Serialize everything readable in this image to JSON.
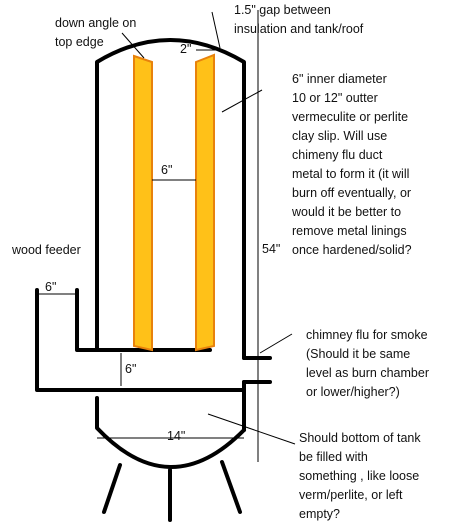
{
  "labels": {
    "down_angle_1": "down angle on",
    "down_angle_2": "top edge",
    "gap_1": "1.5\" gap between",
    "gap_2": "insulation and tank/roof",
    "gap_dim": "2\"",
    "inner_1": "6\" inner diameter",
    "inner_2": "10 or 12\" outter",
    "inner_3": "vermeculite or perlite",
    "inner_4": "clay slip. Will use",
    "inner_5": "chimeny flu duct",
    "inner_6": "metal to form it (it will",
    "inner_7": "burn off eventually, or",
    "inner_8": "would it be better to",
    "inner_9": "remove metal linings",
    "inner_10": "once hardened/solid?",
    "inner_width": "6\"",
    "height": "54\"",
    "wood_feeder": "wood feeder",
    "feeder_width": "6\"",
    "feeder_height": "6\"",
    "chimney_1": "chimney flu for smoke",
    "chimney_2": "(Should it be same",
    "chimney_3": "level as burn chamber",
    "chimney_4": "or lower/higher?)",
    "width": "14\"",
    "bottom_1": "Should bottom of tank",
    "bottom_2": "be filled with",
    "bottom_3": "something , like loose",
    "bottom_4": "verm/perlite, or left",
    "bottom_5": "empty?"
  },
  "colors": {
    "insulation_fill": "#ffc118",
    "insulation_edge": "#e8820c",
    "line": "#000000"
  }
}
